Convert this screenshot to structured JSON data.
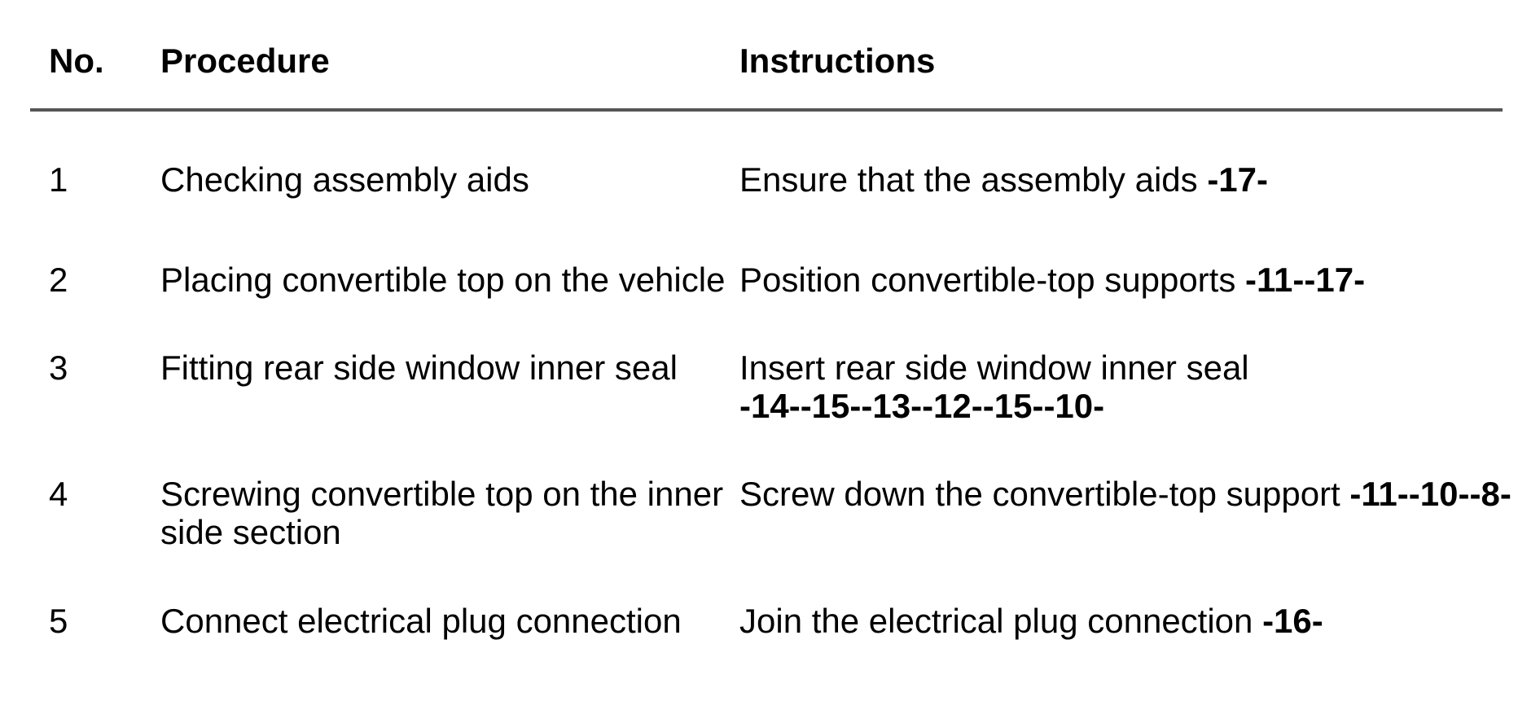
{
  "colors": {
    "background": "#ffffff",
    "text": "#000000",
    "divider": "#555555"
  },
  "table": {
    "columns": {
      "no": "No.",
      "procedure": "Procedure",
      "instructions": "Instructions"
    },
    "rows": [
      {
        "no": "1",
        "procedure": "Checking assembly aids",
        "instruction_text": "Ensure that the assembly aids",
        "instruction_code": "-17-"
      },
      {
        "no": "2",
        "procedure": "Placing convertible top on the vehicle",
        "instruction_text": "Position convertible-top supports",
        "instruction_code": "-11--17-"
      },
      {
        "no": "3",
        "procedure": "Fitting rear side window inner seal",
        "instruction_text": "Insert rear side window inner seal",
        "instruction_code": "-14--15--13--12--15--10-"
      },
      {
        "no": "4",
        "procedure": "Screwing convertible top on the inner side section",
        "instruction_text": "Screw down the convertible-top support",
        "instruction_code": "-11--10--8-"
      },
      {
        "no": "5",
        "procedure": "Connect electrical plug connection",
        "instruction_text": "Join the electrical plug connection",
        "instruction_code": "-16-"
      }
    ]
  }
}
